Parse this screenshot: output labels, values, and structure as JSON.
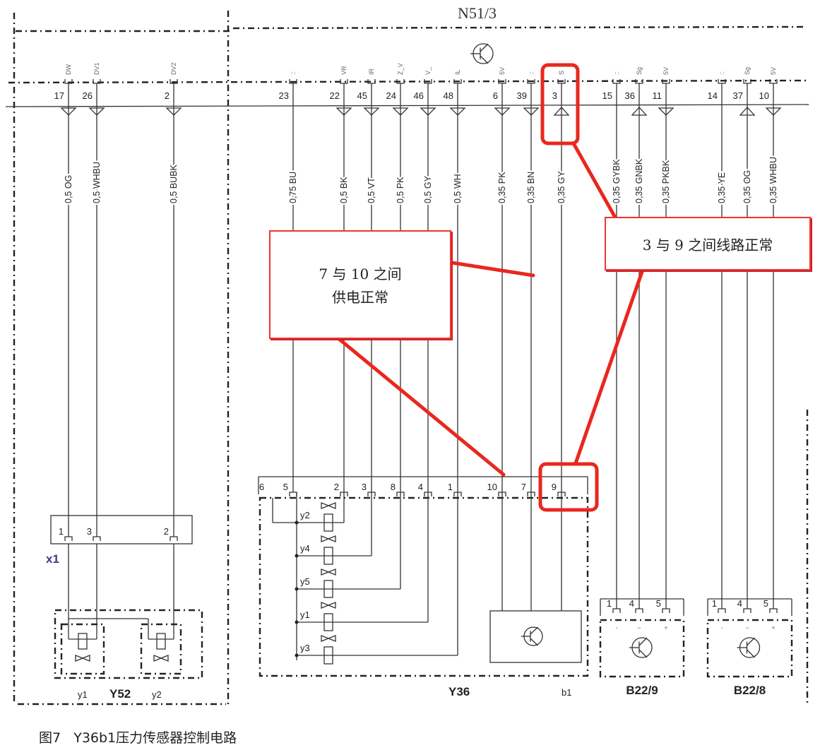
{
  "title": "N51/3",
  "caption": {
    "figure": "图7",
    "text": "Y36b1压力传感器控制电路"
  },
  "notes": [
    {
      "lines": [
        "7 与 10 之间",
        "供电正常"
      ]
    },
    {
      "lines": [
        "3 与 9 之间线路正常"
      ]
    }
  ],
  "wires": [
    {
      "pin": "17",
      "code": "DW",
      "label": "0,5 OG",
      "dir": "down",
      "end": "x1",
      "end_pin": "1"
    },
    {
      "pin": "26",
      "code": "DV1",
      "label": "0,5 WHBU",
      "dir": "down",
      "end": "x1",
      "end_pin": "3"
    },
    {
      "pin": "2",
      "code": "DV2",
      "label": "0,5 BUBK",
      "dir": "down",
      "end": "x1",
      "end_pin": "2"
    },
    {
      "pin": "23",
      "code": "::",
      "label": "0,75 BU",
      "dir": "none",
      "end": "Y36",
      "end_pin": "5"
    },
    {
      "pin": "22",
      "code": "VR",
      "label": "0,5 BK",
      "dir": "down",
      "end": "Y36",
      "end_pin": "2"
    },
    {
      "pin": "45",
      "code": "IR",
      "label": "0,5 VT",
      "dir": "down",
      "end": "Y36",
      "end_pin": "3"
    },
    {
      "pin": "24",
      "code": "Z_V",
      "label": "0,5 PK",
      "dir": "down",
      "end": "Y36",
      "end_pin": "8"
    },
    {
      "pin": "46",
      "code": "V_",
      "label": "0,5 GY",
      "dir": "down",
      "end": "Y36",
      "end_pin": "4"
    },
    {
      "pin": "48",
      "code": "IL",
      "label": "0,5 WH",
      "dir": "down",
      "end": "Y36",
      "end_pin": "1"
    },
    {
      "pin": "6",
      "code": "5V",
      "label": "0,35 PK",
      "dir": "down",
      "end": "Y36",
      "end_pin": "10"
    },
    {
      "pin": "39",
      "code": "::",
      "label": "0,35 BN",
      "dir": "down",
      "end": "Y36",
      "end_pin": "7"
    },
    {
      "pin": "3",
      "code": "S",
      "label": "0,35 GY",
      "dir": "up",
      "end": "Y36",
      "end_pin": "9"
    },
    {
      "pin": "15",
      "code": "::",
      "label": "0,35 GYBK",
      "dir": "none",
      "end": "B22/9",
      "end_pin": "1"
    },
    {
      "pin": "36",
      "code": "Sg",
      "label": "0,35 GNBK",
      "dir": "up",
      "end": "B22/9",
      "end_pin": "4"
    },
    {
      "pin": "11",
      "code": "5V",
      "label": "0,35 PKBK",
      "dir": "down",
      "end": "B22/9",
      "end_pin": "5"
    },
    {
      "pin": "14",
      "code": "::",
      "label": "0,35 YE",
      "dir": "none",
      "end": "B22/8",
      "end_pin": "1"
    },
    {
      "pin": "37",
      "code": "Sg",
      "label": "0,35 OG",
      "dir": "up",
      "end": "B22/8",
      "end_pin": "4"
    },
    {
      "pin": "10",
      "code": "5V",
      "label": "0,35 WHBU",
      "dir": "down",
      "end": "B22/8",
      "end_pin": "5"
    }
  ],
  "components": {
    "x1": {
      "name": "x1"
    },
    "Y52": {
      "name": "Y52",
      "valves": [
        "y1",
        "y2"
      ]
    },
    "Y36": {
      "name": "Y36",
      "extra_pin": "6",
      "valves": [
        "y2",
        "y4",
        "y5",
        "y1",
        "y3"
      ]
    },
    "b1": {
      "name": "b1"
    },
    "B22_9": {
      "name": "B22/9",
      "pin_marks": [
        "-",
        "~",
        "+"
      ]
    },
    "B22_8": {
      "name": "B22/8",
      "pin_marks": [
        "-",
        "~",
        "+"
      ]
    }
  },
  "colors": {
    "highlight": "#e8281e",
    "x1_label": "#3a3a8c"
  }
}
